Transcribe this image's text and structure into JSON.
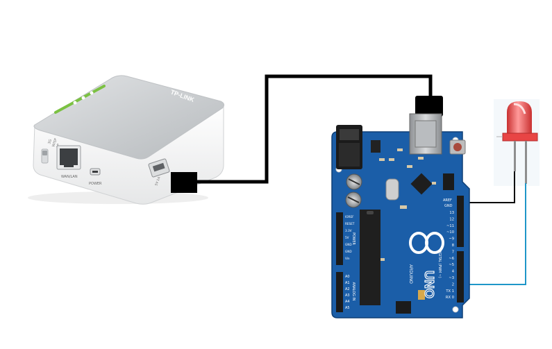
{
  "router": {
    "brand": "TP-LINK",
    "port_labels": [
      "WAN/LAN",
      "POWER",
      "5V 1A"
    ],
    "mode_labels": [
      "3G",
      "WISP",
      "AP"
    ]
  },
  "arduino": {
    "logo_text": "UNO",
    "brand_text": "ARDUINO",
    "header_labels": {
      "aref": "AREF",
      "gnd": "GND",
      "digital_pins": [
        "13",
        "12",
        "~11",
        "~10",
        "~9",
        "8",
        "7",
        "~6",
        "~5",
        "4",
        "~3",
        "2",
        "TX 1",
        "RX 0"
      ],
      "power": [
        "IOREF",
        "RESET",
        "3.3V",
        "5V",
        "GND",
        "GND",
        "Vin"
      ],
      "analog": [
        "A0",
        "A1",
        "A2",
        "A3",
        "A4",
        "A5"
      ],
      "section_power": "POWER",
      "section_analog": "ANALOG IN",
      "section_digital": "DIGITAL (PWM ~)"
    }
  },
  "colors": {
    "board": "#1b5ea8",
    "board_dark": "#114a89",
    "usb_cable": "#000000",
    "gnd_wire": "#000000",
    "signal_wire": "#1e96c8",
    "led_red": "#e84545",
    "router_white": "#f4f5f6",
    "router_gray": "#c9cccf"
  }
}
